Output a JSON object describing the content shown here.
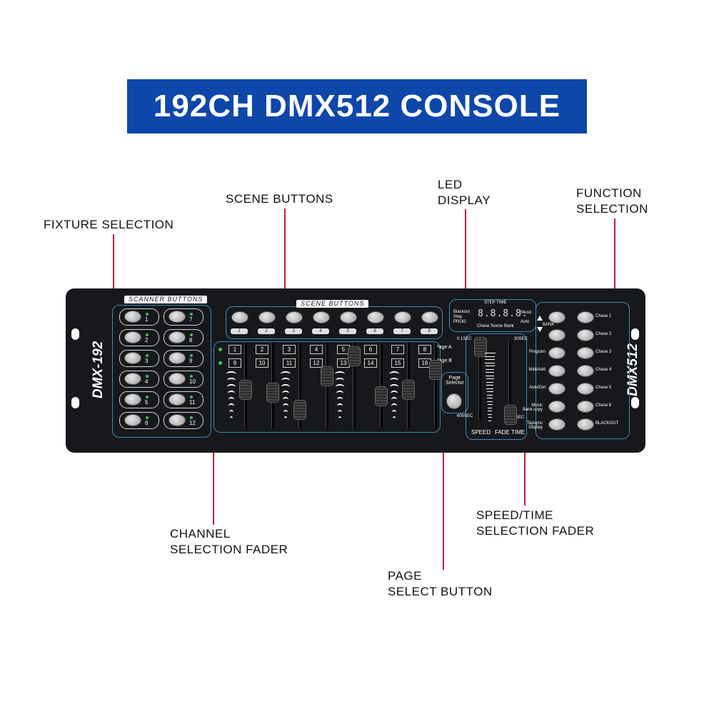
{
  "title": "192CH DMX512 CONSOLE",
  "callouts": {
    "fixture_selection": "FIXTURE SELECTION",
    "scene_buttons": "SCENE BUTTONS",
    "led_display": [
      "LED",
      "DISPLAY"
    ],
    "function_selection": [
      "FUNCTION",
      "SELECTION"
    ],
    "channel_selection_fader": [
      "CHANNEL",
      "SELECTION FADER"
    ],
    "page_select_button": [
      "PAGE",
      "SELECT BUTTON"
    ],
    "speed_time_fader": [
      "SPEED/TIME",
      "SELECTION FADER"
    ]
  },
  "console": {
    "left_model": "DMX-192",
    "right_model": "DMX512",
    "scanner_label": "SCANNER BUTTONS",
    "scanner_numbers": [
      "1",
      "7",
      "2",
      "8",
      "3",
      "9",
      "4",
      "10",
      "5",
      "11",
      "6",
      "12"
    ],
    "scene_label": "SCENE BUTTONS",
    "scene_numbers": [
      "1",
      "2",
      "3",
      "4",
      "5",
      "6",
      "7",
      "8"
    ],
    "channel_numbers_top": [
      "1",
      "2",
      "3",
      "4",
      "5",
      "6",
      "7",
      "8"
    ],
    "channel_numbers_bottom": [
      "9",
      "10",
      "11",
      "12",
      "13",
      "14",
      "15",
      "16"
    ],
    "page_a": "Page A",
    "page_b": "Page B",
    "page_selector": [
      "Page",
      "Selector"
    ],
    "display": {
      "step_time": "STEP TIME",
      "left_labels": [
        "Blackout",
        "Step",
        "PROG"
      ],
      "right_labels": [
        "Music",
        "Auto"
      ],
      "digits": "8.8.8.8.",
      "bottom_labels": [
        "Chase",
        "Scene",
        "Bank"
      ]
    },
    "fader_labels": {
      "min_time": "0.1SEC",
      "max_time": "30SEC",
      "long_time": "600SEC",
      "sec": "SEC",
      "speed": "SPEED",
      "fade_time": "FADE TIME"
    },
    "bank_label": "BANK",
    "function_labels": [
      "Program",
      "Midi/Add",
      "Auto/Del",
      "Music\nBank copy",
      "Tapsync\nDisplay"
    ],
    "chase_labels": [
      "Chase 1",
      "Chase 2",
      "Chase 3",
      "Chase 4",
      "Chase 5",
      "Chase 6",
      "BLACKOUT"
    ]
  }
}
